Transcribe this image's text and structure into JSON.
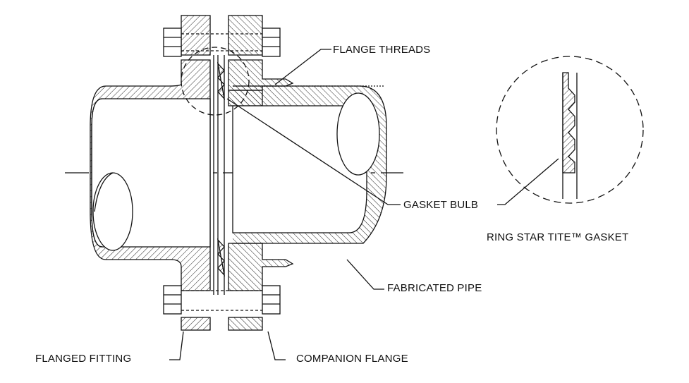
{
  "labels": {
    "flange_threads": "FLANGE THREADS",
    "gasket_bulb": "GASKET BULB",
    "fabricated_pipe": "FABRICATED PIPE",
    "flanged_fitting": "FLANGED FITTING",
    "companion_flange": "COMPANION FLANGE",
    "ring_star_tite_gasket": "RING STAR TITE™ GASKET"
  },
  "colors": {
    "line": "#111111",
    "background": "#ffffff"
  }
}
